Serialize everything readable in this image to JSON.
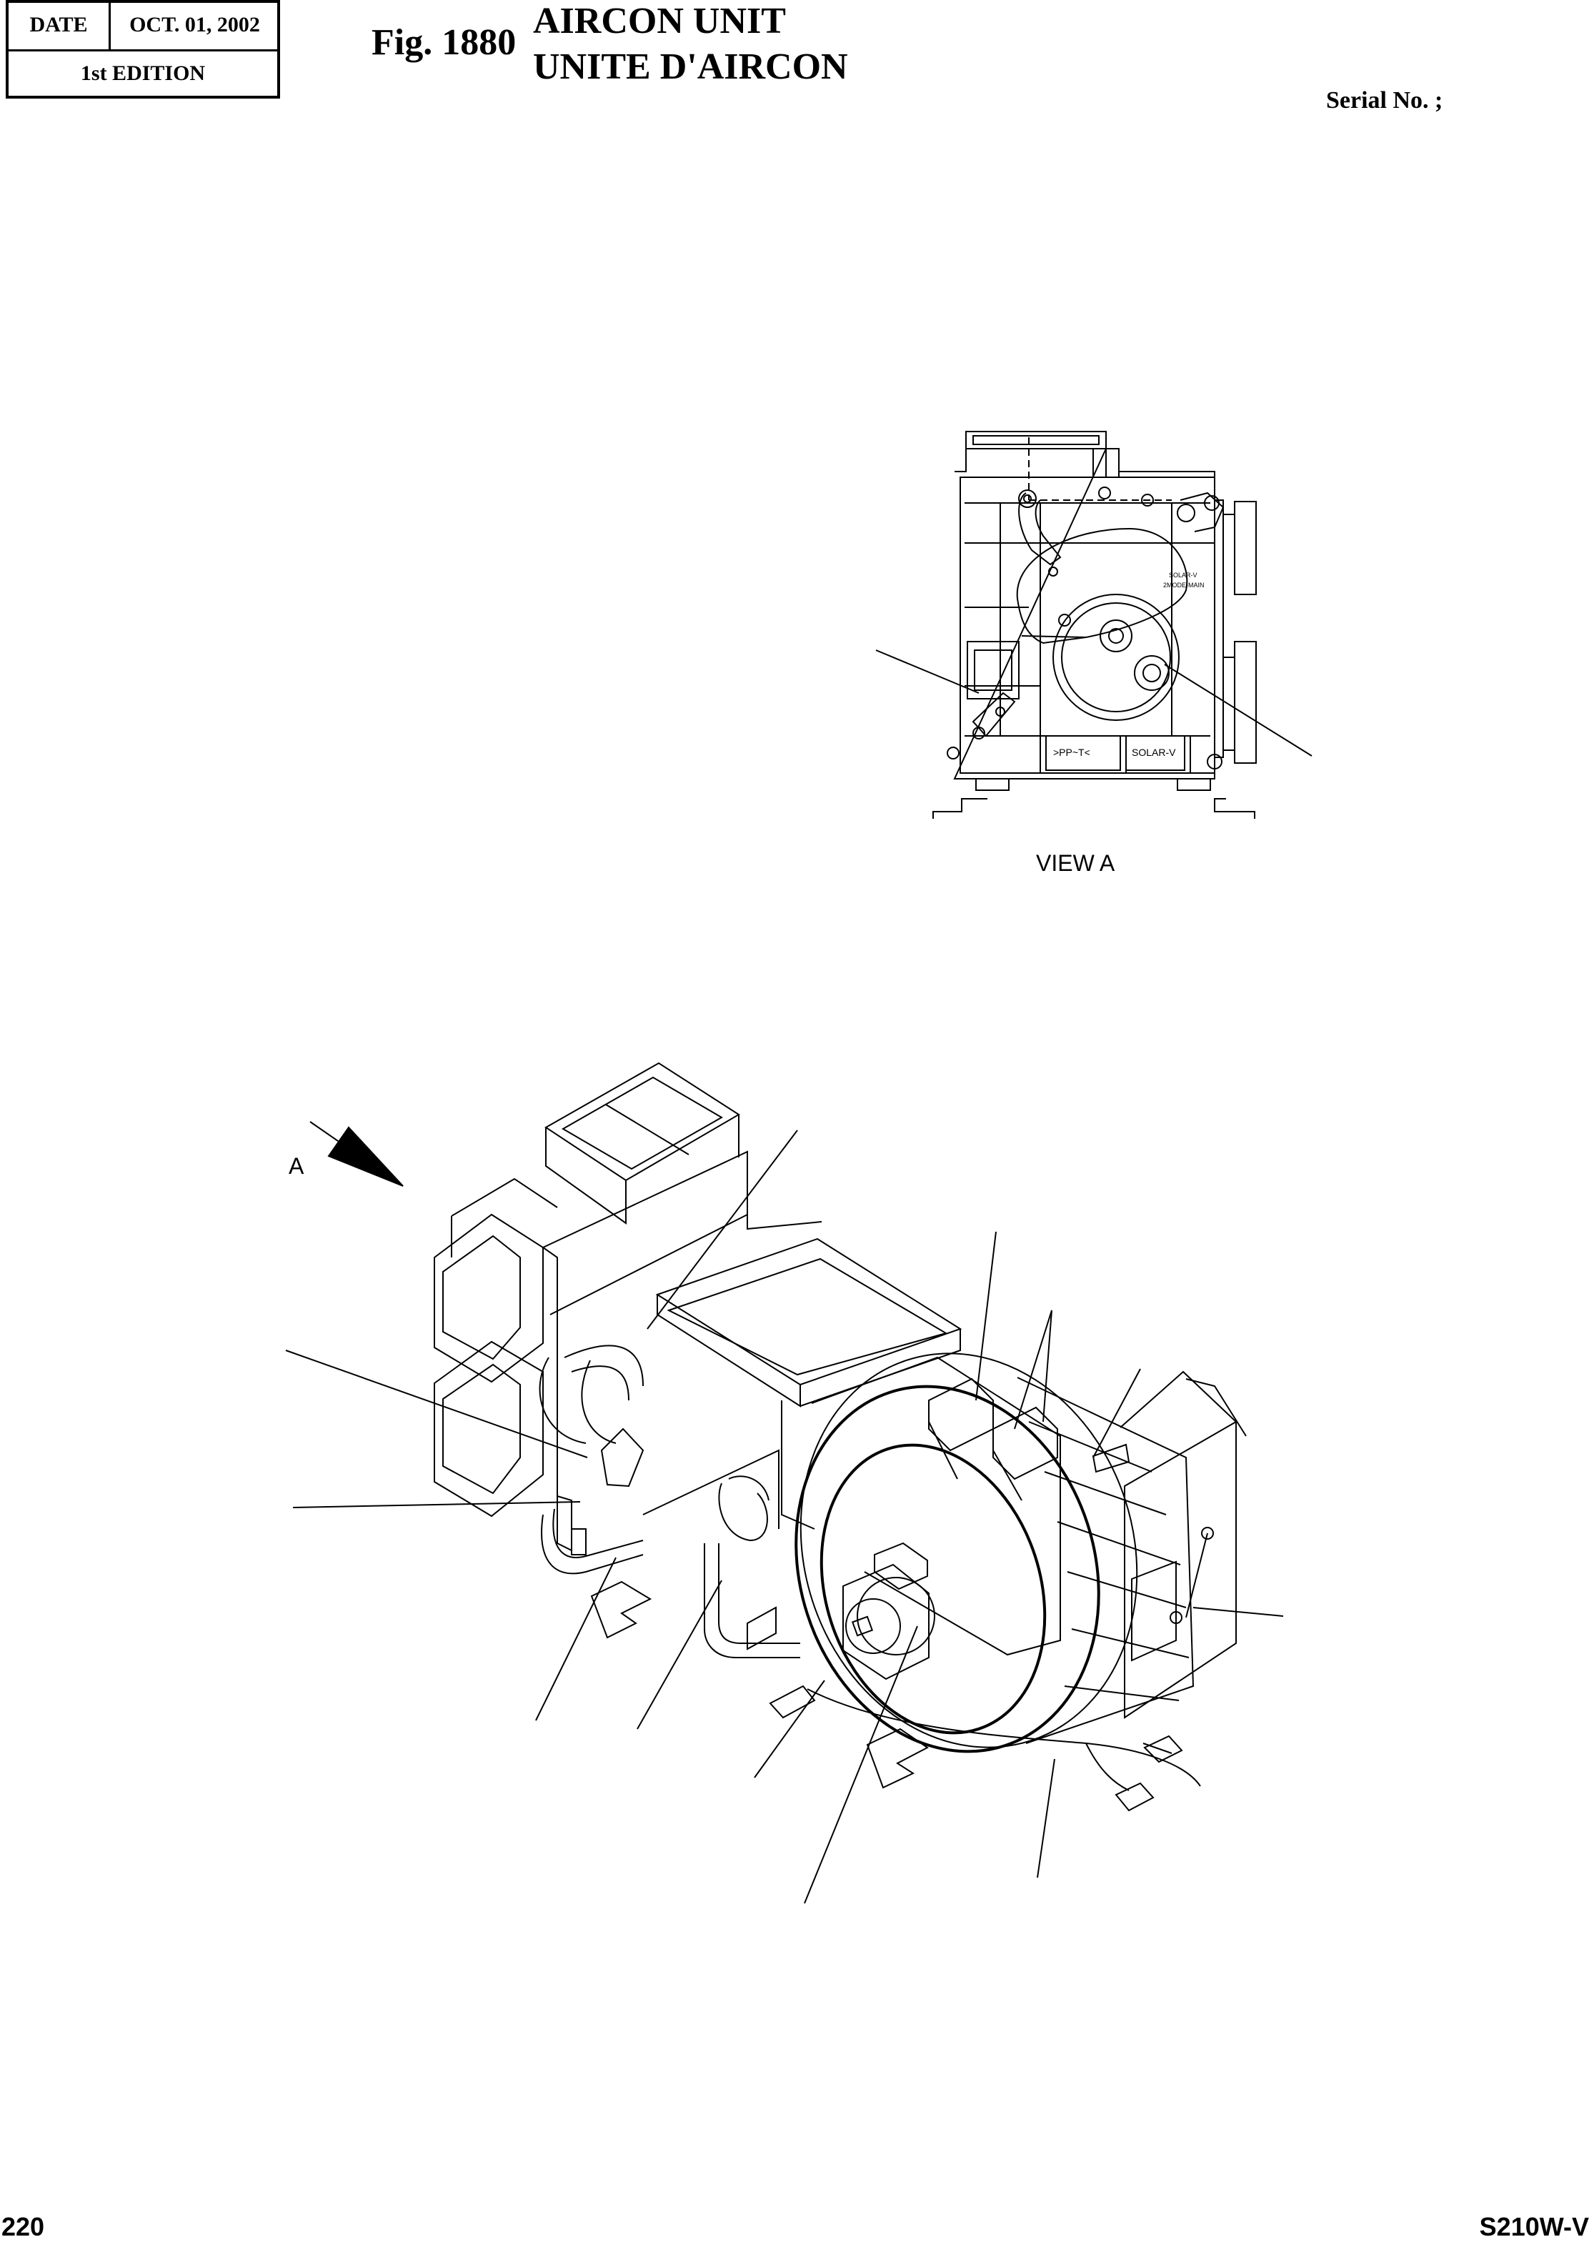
{
  "header": {
    "date_label": "DATE",
    "date_value": "OCT.  01, 2002",
    "edition": "1st EDITION",
    "fig_no": "Fig. 1880",
    "title_en": "AIRCON UNIT",
    "title_fr": "UNITE D'AIRCON",
    "serial": "Serial No. ;"
  },
  "view": {
    "label": "VIEW    A",
    "arrow_label": "A",
    "plate_text_1": "SOLAR-V",
    "plate_text_2": "2MODE-MAIN",
    "box_text_1": ">PP~T<",
    "box_text_2": "SOLAR-V"
  },
  "footer": {
    "page_number": "220",
    "model": "S210W-V"
  }
}
